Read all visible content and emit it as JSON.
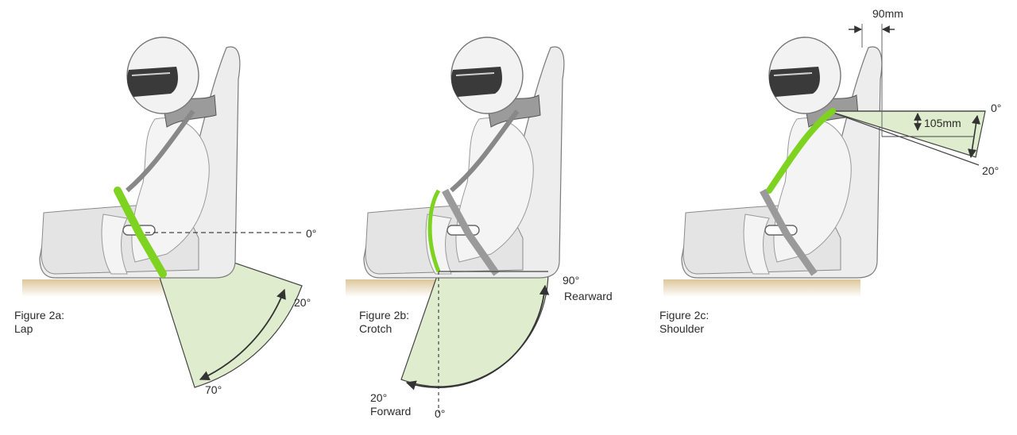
{
  "figures": [
    {
      "caption_line1": "Figure 2a:",
      "caption_line2": "Lap",
      "angle_labels": {
        "zero": "0°",
        "upper": "20°",
        "lower": "70°"
      }
    },
    {
      "caption_line1": "Figure 2b:",
      "caption_line2": "Crotch",
      "angle_labels": {
        "rear_angle": "90°",
        "rear_word": "Rearward",
        "fwd_angle": "20°",
        "fwd_word": "Forward",
        "zero": "0°"
      }
    },
    {
      "caption_line1": "Figure 2c:",
      "caption_line2": "Shoulder",
      "angle_labels": {
        "zero": "0°",
        "lower": "20°",
        "drop": "105mm",
        "offset": "90mm"
      }
    }
  ],
  "colors": {
    "sector_fill": "#dfeccd",
    "strap_highlight": "#7ed321",
    "floor": "#e8d9b5",
    "line": "#333333",
    "seat_fill": "#ececec",
    "helmet_fill": "#f2f2f2",
    "visor": "#3a3a3a"
  },
  "icons": [
    "helmet-icon",
    "seat-icon",
    "harness-icon"
  ]
}
